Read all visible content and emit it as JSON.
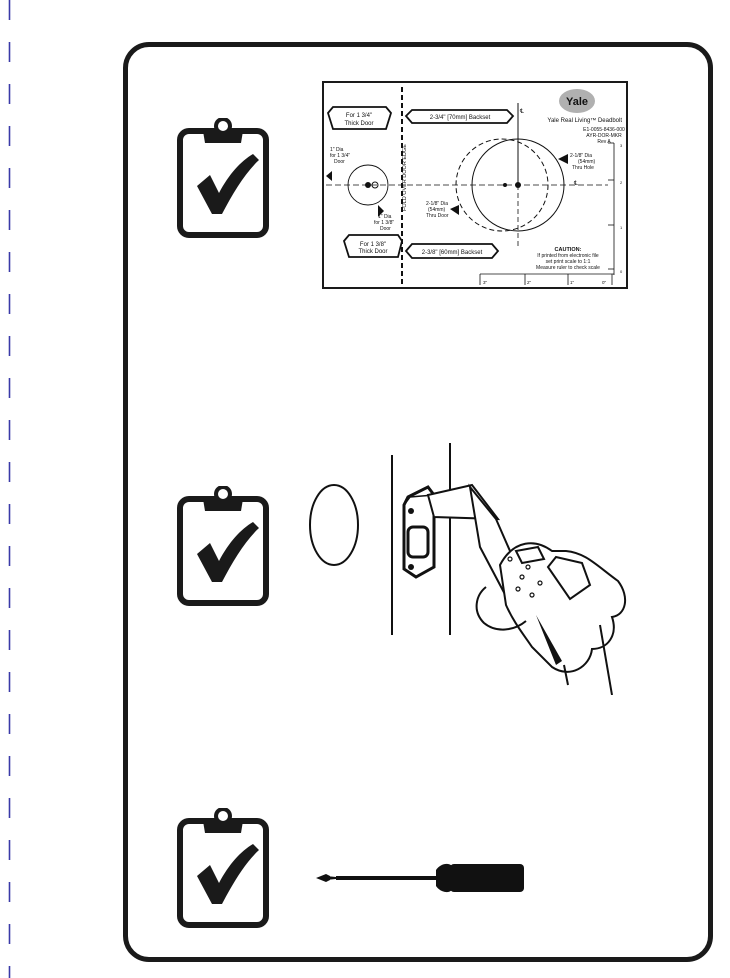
{
  "icons": {
    "checklist_icon": "clipboard-check-icon",
    "door_drill_icon": "door-edge-drill-icon",
    "screwdriver_icon": "phillips-screwdriver-icon",
    "margin_rule": "dashed-margin-line"
  },
  "colors": {
    "margin_dash": "#3a3aa8",
    "ink": "#1a1a1a"
  },
  "template": {
    "brand": "Yale",
    "product": "Yale Real Living™ Deadbolt",
    "part_number": "E1-0055-8436-000",
    "form_code": "AYR-DOR-MKR",
    "revision": "Rev A",
    "top_left_label": "For 1 3/4\" Thick Door",
    "top_left_label_line1": "For 1 3/4\"",
    "top_left_label_line2": "Thick Door",
    "bottom_left_label_line1": "For 1 3/8\"",
    "bottom_left_label_line2": "Thick Door",
    "backset_top": "2-3/4\" [70mm] Backset",
    "backset_bottom": "2-3/8\" [60mm] Backset",
    "vertical_fold": "FOLD OVER DOOR EDGE",
    "small_hole_top": [
      "1\" Dia",
      "for 1 3/4\"",
      "Door"
    ],
    "small_hole_bottom": [
      "1\" Dia",
      "for 1 3/8\"",
      "Door"
    ],
    "large_hole_right": [
      "2-1/8\" Dia",
      "(54mm)",
      "Thru Hole"
    ],
    "large_hole_center": [
      "2-1/8\" Dia",
      "(54mm)",
      "Thru Door"
    ],
    "caution_title": "CAUTION:",
    "caution_lines": [
      "If printed from electronic file",
      "set print scale to 1:1",
      "Measure ruler to check scale"
    ],
    "ruler_ticks": [
      "3\"",
      "2\"",
      "1\"",
      "0\""
    ],
    "side_ruler_ticks": [
      "3",
      "2",
      "1",
      "0"
    ]
  }
}
